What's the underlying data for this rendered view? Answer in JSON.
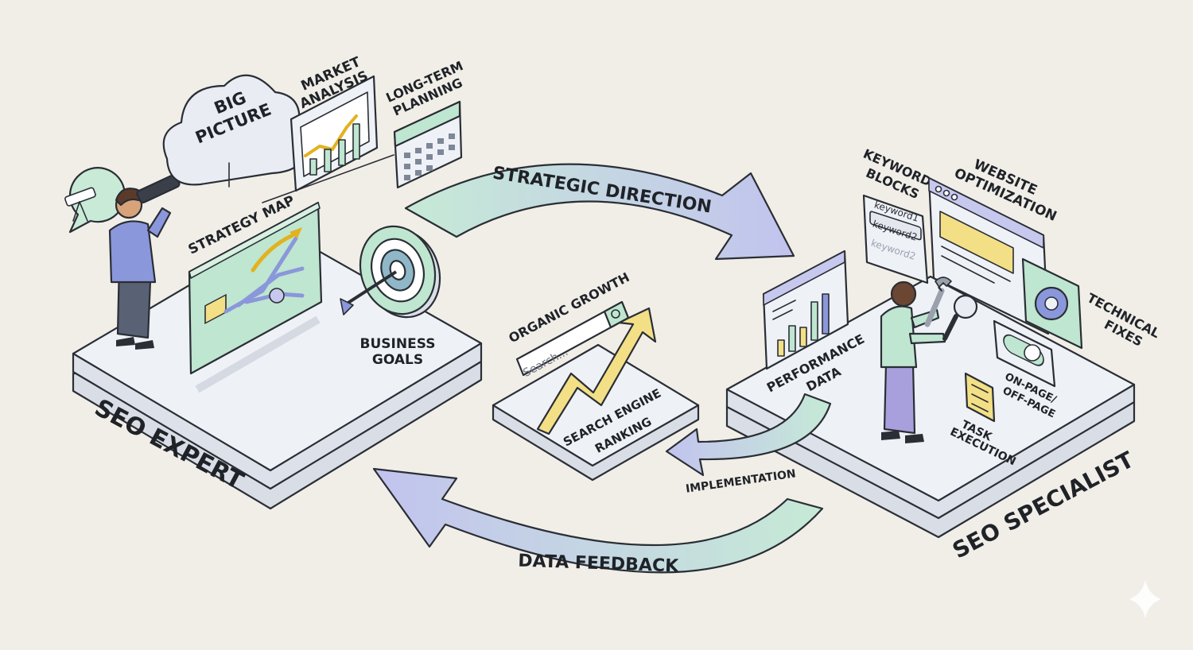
{
  "labels": {
    "big_picture_1": "BIG",
    "big_picture_2": "PICTURE",
    "market_analysis_1": "MARKET",
    "market_analysis_2": "ANALYSIS",
    "long_term_1": "LONG-TERM",
    "long_term_2": "PLANNING",
    "strategy_map": "STRATEGY MAP",
    "business_goals_1": "BUSINESS",
    "business_goals_2": "GOALS",
    "seo_expert": "SEO EXPERT",
    "strategic_direction": "STRATEGIC DIRECTION",
    "organic_growth": "ORGANIC GROWTH",
    "search_placeholder": "Search...",
    "search_engine_1": "SEARCH ENGINE",
    "search_engine_2": "RANKING",
    "implementation": "IMPLEMENTATION",
    "data_feedback": "DATA FEEDBACK",
    "keyword_blocks_1": "KEYWORD",
    "keyword_blocks_2": "BLOCKS",
    "keyword1": "keyword1",
    "keyword2a": "keyword2",
    "keyword2b": "keyword2",
    "website_opt_1": "WEBSITE",
    "website_opt_2": "OPTIMIZATION",
    "performance_1": "PERFORMANCE",
    "performance_2": "DATA",
    "technical_1": "TECHNICAL",
    "technical_2": "FIXES",
    "onpage_1": "ON-PAGE/",
    "onpage_2": "OFF-PAGE",
    "task_1": "TASK",
    "task_2": "EXECUTION",
    "seo_specialist": "SEO SPECIALIST"
  },
  "colors": {
    "background": "#f1eee8",
    "platform": "#e9edf3",
    "mint": "#bfe6d0",
    "lavender": "#c7c8ee",
    "yellow": "#f3df86",
    "ink": "#2a2e35"
  },
  "icons": [
    "telescope-icon",
    "cloud-icon",
    "target-icon",
    "gear-icon",
    "wrench-icon",
    "magnifier-icon",
    "checklist-icon",
    "calendar-icon",
    "sparkle-icon"
  ]
}
